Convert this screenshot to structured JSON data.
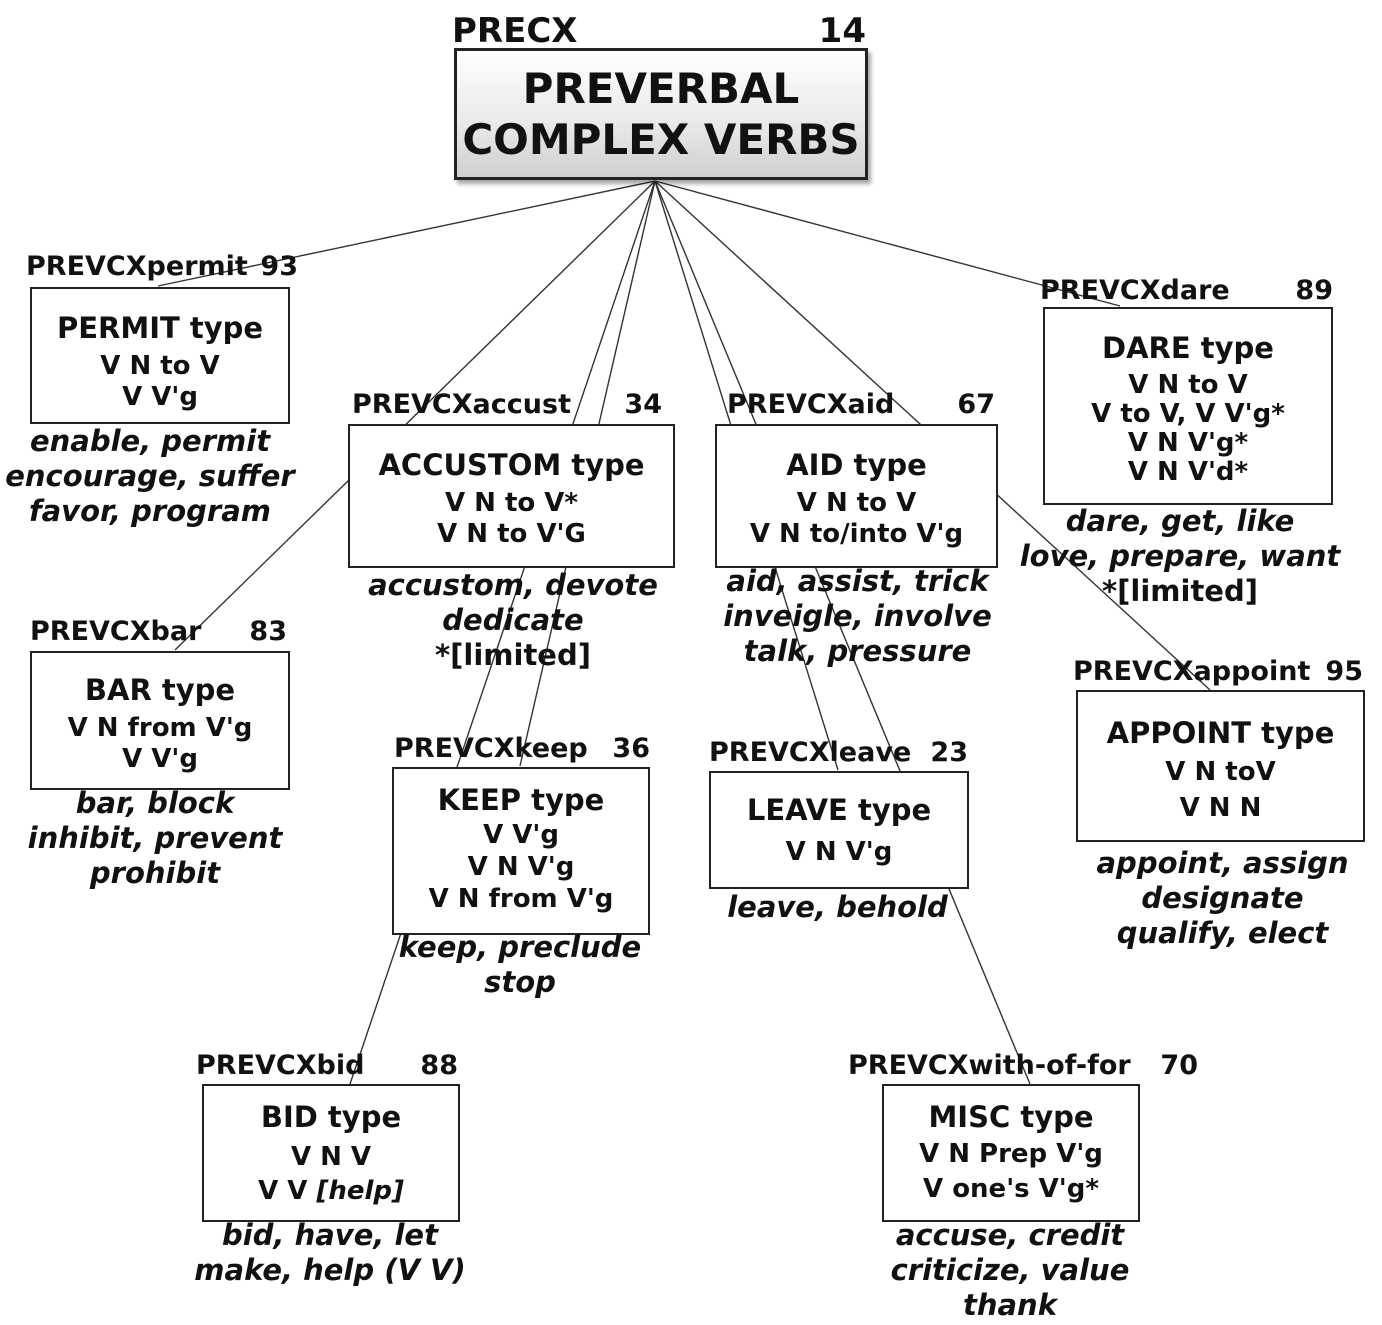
{
  "root": {
    "id": "PRECX",
    "count": "14",
    "title_line1": "PREVERBAL",
    "title_line2": "COMPLEX VERBS"
  },
  "nodes": {
    "permit": {
      "id": "PREVCXpermit",
      "count": "93",
      "title": "PERMIT type",
      "patterns": [
        "V N to V",
        "V V'g"
      ],
      "examples": [
        "enable, permit",
        "encourage, suffer",
        "favor, program"
      ]
    },
    "accust": {
      "id": "PREVCXaccust",
      "count": "34",
      "title": "ACCUSTOM type",
      "patterns": [
        "V N to V*",
        "V N to V'G"
      ],
      "examples": [
        "accustom, devote",
        "dedicate",
        "*[limited]"
      ]
    },
    "aid": {
      "id": "PREVCXaid",
      "count": "67",
      "title": "AID type",
      "patterns": [
        "V N to V",
        "V N to/into V'g"
      ],
      "examples": [
        "aid, assist, trick",
        "inveigle, involve",
        "talk, pressure"
      ]
    },
    "dare": {
      "id": "PREVCXdare",
      "count": "89",
      "title": "DARE type",
      "patterns": [
        "V N to V",
        "V to V, V V'g*",
        "V N V'g*",
        "V N V'd*"
      ],
      "examples": [
        "dare, get, like",
        "love, prepare, want",
        "*[limited]"
      ]
    },
    "bar": {
      "id": "PREVCXbar",
      "count": "83",
      "title": "BAR type",
      "patterns": [
        "V N from V'g",
        "V V'g"
      ],
      "examples": [
        "bar,  block",
        "inhibit, prevent",
        "prohibit"
      ]
    },
    "keep": {
      "id": "PREVCXkeep",
      "count": "36",
      "title": "KEEP type",
      "patterns": [
        "V V'g",
        "V N V'g",
        "V N from V'g"
      ],
      "examples": [
        "keep, preclude",
        "stop"
      ]
    },
    "leave": {
      "id": "PREVCXleave",
      "count": "23",
      "title": "LEAVE type",
      "patterns": [
        "V N V'g"
      ],
      "examples": [
        "leave, behold"
      ]
    },
    "appoint": {
      "id": "PREVCXappoint",
      "count": "95",
      "title": "APPOINT type",
      "patterns": [
        "V N toV",
        "V N N"
      ],
      "examples": [
        "appoint, assign",
        "designate",
        "qualify, elect"
      ]
    },
    "bid": {
      "id": "PREVCXbid",
      "count": "88",
      "title": "BID type",
      "patterns": [
        "V N V",
        "V V"
      ],
      "pattern_note": "[help]",
      "examples": [
        "bid, have, let",
        "make, help (V V)"
      ]
    },
    "misc": {
      "id": "PREVCXwith-of-for",
      "count": "70",
      "title": "MISC type",
      "patterns": [
        "V N Prep V'g",
        "V one's V'g*"
      ],
      "examples": [
        "accuse, credit",
        "criticize, value",
        "thank"
      ]
    }
  }
}
